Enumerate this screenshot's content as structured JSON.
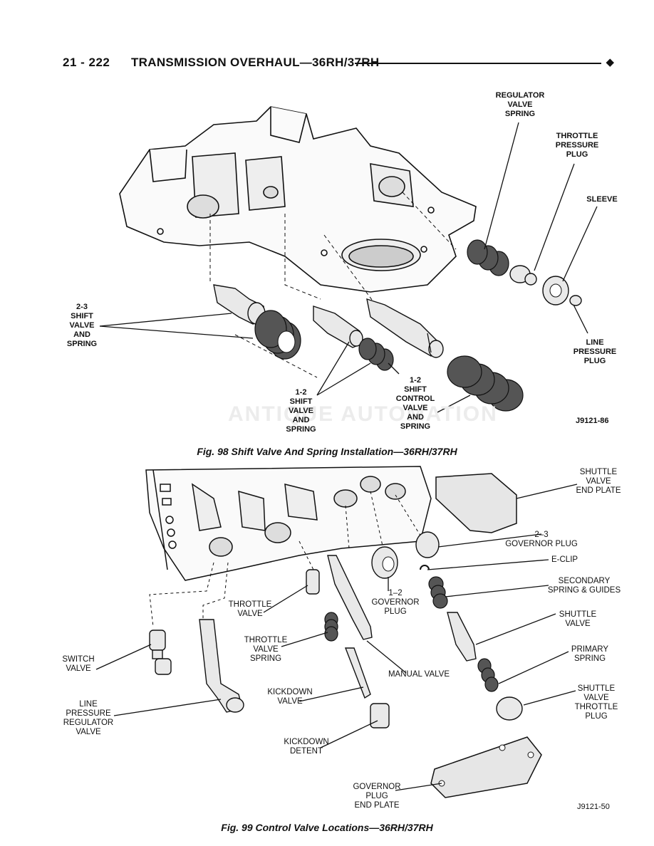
{
  "header": {
    "page": "21 - 222",
    "title": "TRANSMISSION OVERHAUL—36RH/37RH",
    "marker": "◆"
  },
  "fig98": {
    "labels": {
      "regulator_valve_spring": "REGULATOR\nVALVE\nSPRING",
      "throttle_pressure_plug": "THROTTLE\nPRESSURE\nPLUG",
      "sleeve": "SLEEVE",
      "line_pressure_plug": "LINE\nPRESSURE\nPLUG",
      "shift_23_valve_spring": "2-3\nSHIFT\nVALVE\nAND\nSPRING",
      "shift_12_valve_spring": "1-2\nSHIFT\nVALVE\nAND\nSPRING",
      "shift_12_control": "1-2\nSHIFT\nCONTROL\nVALVE\nAND\nSPRING"
    },
    "code": "J9121-86",
    "caption": "Fig. 98 Shift Valve And Spring Installation—36RH/37RH"
  },
  "fig99": {
    "labels": {
      "shuttle_valve_end_plate": "SHUTTLE\nVALVE\nEND PLATE",
      "governor_plug_23": "2–3\nGOVERNOR PLUG",
      "e_clip": "E-CLIP",
      "secondary_spring": "SECONDARY\nSPRING & GUIDES",
      "governor_plug_12": "1–2\nGOVERNOR\nPLUG",
      "throttle_valve": "THROTTLE\nVALVE",
      "shuttle_valve": "SHUTTLE\nVALVE",
      "throttle_valve_spring": "THROTTLE\nVALVE\nSPRING",
      "primary_spring": "PRIMARY\nSPRING",
      "switch_valve": "SWITCH\nVALVE",
      "manual_valve": "MANUAL VALVE",
      "shuttle_valve_throttle_plug": "SHUTTLE\nVALVE\nTHROTTLE\nPLUG",
      "kickdown_valve": "KICKDOWN\nVALVE",
      "line_pressure_regulator": "LINE\nPRESSURE\nREGULATOR\nVALVE",
      "kickdown_detent": "KICKDOWN\nDETENT",
      "governor_plug_end_plate": "GOVERNOR\nPLUG\nEND PLATE"
    },
    "code": "J9121-50",
    "caption": "Fig. 99 Control Valve Locations—36RH/37RH"
  }
}
